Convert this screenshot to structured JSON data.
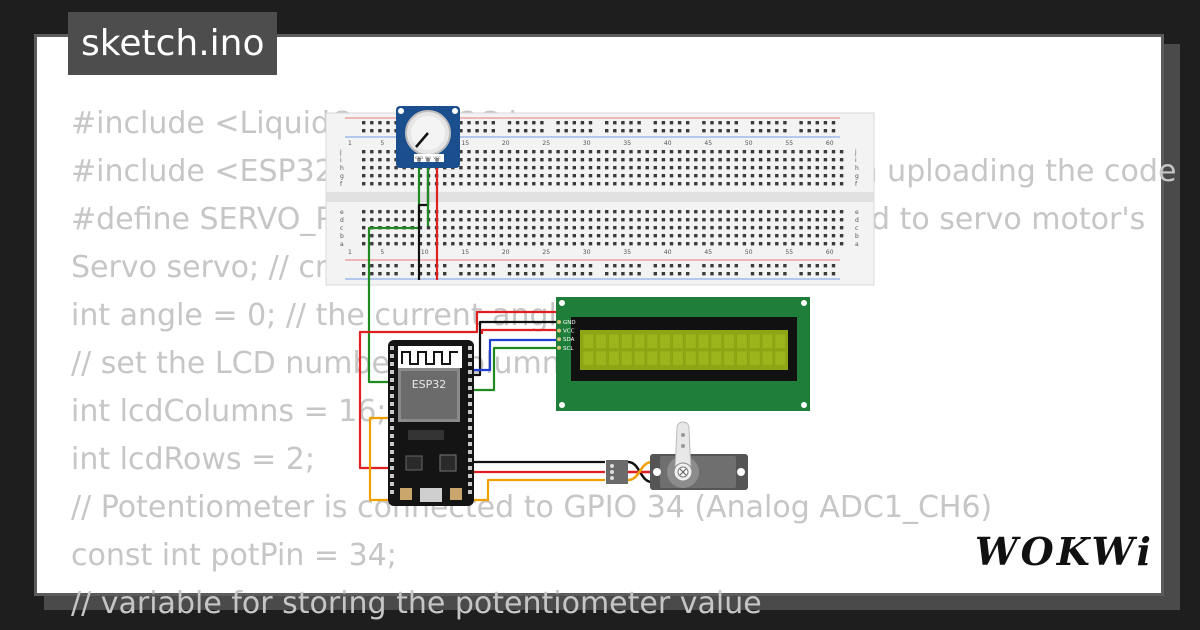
{
  "file": {
    "name": "sketch.ino"
  },
  "code_lines": [
    "#include <LiquidCrystal_I2C.h>",
    "#include <ESP32Servo.h> // Comment this line when uploading the code",
    "#define SERVO_PIN 26 // ESP32 pin GIOP26 connected to servo motor's",
    "Servo servo; // create servo object to control a servo",
    "int angle = 0; // the current angle of servo motor",
    "// set the LCD number of columns and rows",
    "int lcdColumns = 16;",
    "int lcdRows = 2;",
    "// Potentiometer is connected to GPIO 34 (Analog ADC1_CH6)",
    "const int potPin = 34;",
    "// variable for storing the potentiometer value"
  ],
  "esp32": {
    "chip_label": "ESP32"
  },
  "lcd": {
    "pin_labels": [
      "GND",
      "VCC",
      "SDA",
      "SCL"
    ]
  },
  "pot": {
    "pin_labels": [
      "GND",
      "SIG",
      "VCC"
    ]
  },
  "breadboard": {
    "column_numbers": [
      "1",
      "5",
      "10",
      "15",
      "20",
      "25",
      "30",
      "35",
      "40",
      "45",
      "50",
      "55",
      "60"
    ],
    "row_letters_top": [
      "j",
      "i",
      "h",
      "g",
      "f"
    ],
    "row_letters_bottom": [
      "e",
      "d",
      "c",
      "b",
      "a"
    ]
  },
  "brand": {
    "logo_text": "WOKWi"
  },
  "colors": {
    "wire_red": "#e02020",
    "wire_green": "#1f8a1f",
    "wire_black": "#111111",
    "wire_blue": "#1f3fd0",
    "wire_orange": "#f0a000",
    "esp32_board": "#141414",
    "lcd_board": "#1e7e3a",
    "lcd_screen": "#8ea514",
    "pot_board": "#1a4e8c"
  }
}
